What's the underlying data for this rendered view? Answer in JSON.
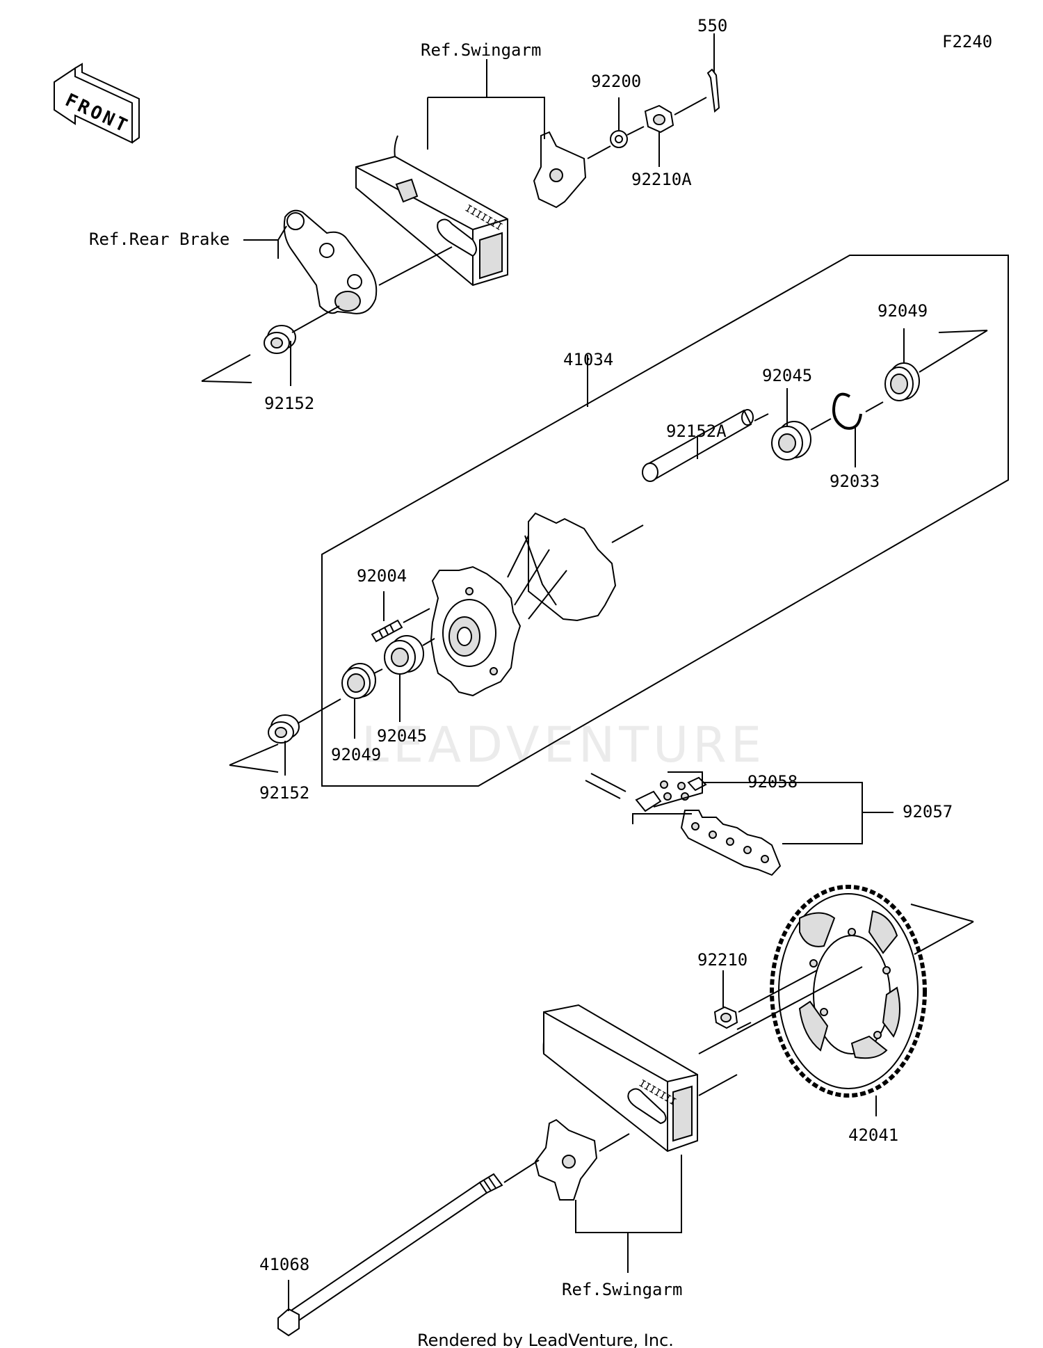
{
  "diagram": {
    "code": "F2240",
    "front_label": "FRONT",
    "footer": "Rendered by LeadVenture, Inc.",
    "watermark": "LEADVENTURE",
    "refs": {
      "swingarm_top": "Ref.Swingarm",
      "rear_brake": "Ref.Rear Brake",
      "swingarm_bottom": "Ref.Swingarm"
    },
    "parts": {
      "p550": "550",
      "p92200": "92200",
      "p92210A": "92210A",
      "p92152_top": "92152",
      "p41034": "41034",
      "p92049_top": "92049",
      "p92045_top": "92045",
      "p92152A": "92152A",
      "p92033": "92033",
      "p92004": "92004",
      "p92045_bot": "92045",
      "p92049_bot": "92049",
      "p92152_bot": "92152",
      "p92058": "92058",
      "p92057": "92057",
      "p92210": "92210",
      "p42041": "42041",
      "p41068": "41068"
    }
  }
}
